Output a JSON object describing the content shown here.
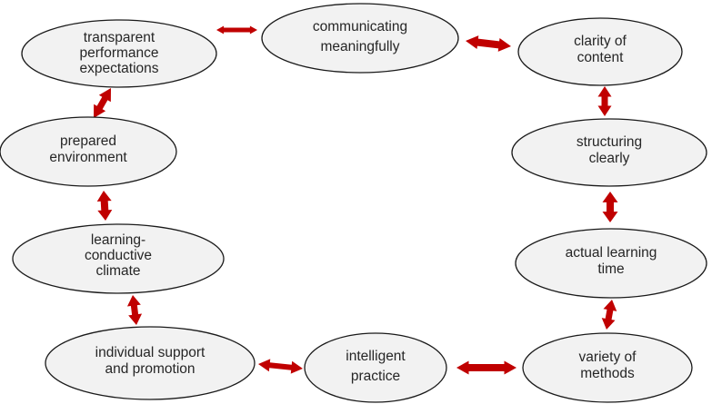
{
  "diagram": {
    "type": "cycle",
    "arrow_color": "#c00000",
    "node_fill": "#f2f2f2",
    "nodes": [
      {
        "id": "transparent",
        "lines": [
          "transparent",
          "performance",
          "expectations"
        ]
      },
      {
        "id": "communicating",
        "lines": [
          "communicating",
          "meaningfully"
        ]
      },
      {
        "id": "clarity",
        "lines": [
          "clarity of",
          "content"
        ]
      },
      {
        "id": "structuring",
        "lines": [
          "structuring",
          "clearly"
        ]
      },
      {
        "id": "actual",
        "lines": [
          "actual learning",
          "time"
        ]
      },
      {
        "id": "variety",
        "lines": [
          "variety of",
          "methods"
        ]
      },
      {
        "id": "intelligent",
        "lines": [
          "intelligent",
          "practice"
        ]
      },
      {
        "id": "individual",
        "lines": [
          "individual support",
          "and promotion"
        ]
      },
      {
        "id": "learning",
        "lines": [
          "learning-",
          "conductive",
          "climate"
        ]
      },
      {
        "id": "prepared",
        "lines": [
          "prepared",
          "environment"
        ]
      }
    ],
    "edges": [
      {
        "from": "transparent",
        "to": "communicating",
        "bidirectional": true
      },
      {
        "from": "communicating",
        "to": "clarity",
        "bidirectional": true
      },
      {
        "from": "clarity",
        "to": "structuring",
        "bidirectional": true
      },
      {
        "from": "structuring",
        "to": "actual",
        "bidirectional": true
      },
      {
        "from": "actual",
        "to": "variety",
        "bidirectional": true
      },
      {
        "from": "variety",
        "to": "intelligent",
        "bidirectional": true
      },
      {
        "from": "intelligent",
        "to": "individual",
        "bidirectional": true
      },
      {
        "from": "individual",
        "to": "learning",
        "bidirectional": true
      },
      {
        "from": "learning",
        "to": "prepared",
        "bidirectional": true
      },
      {
        "from": "prepared",
        "to": "transparent",
        "bidirectional": true
      }
    ]
  }
}
